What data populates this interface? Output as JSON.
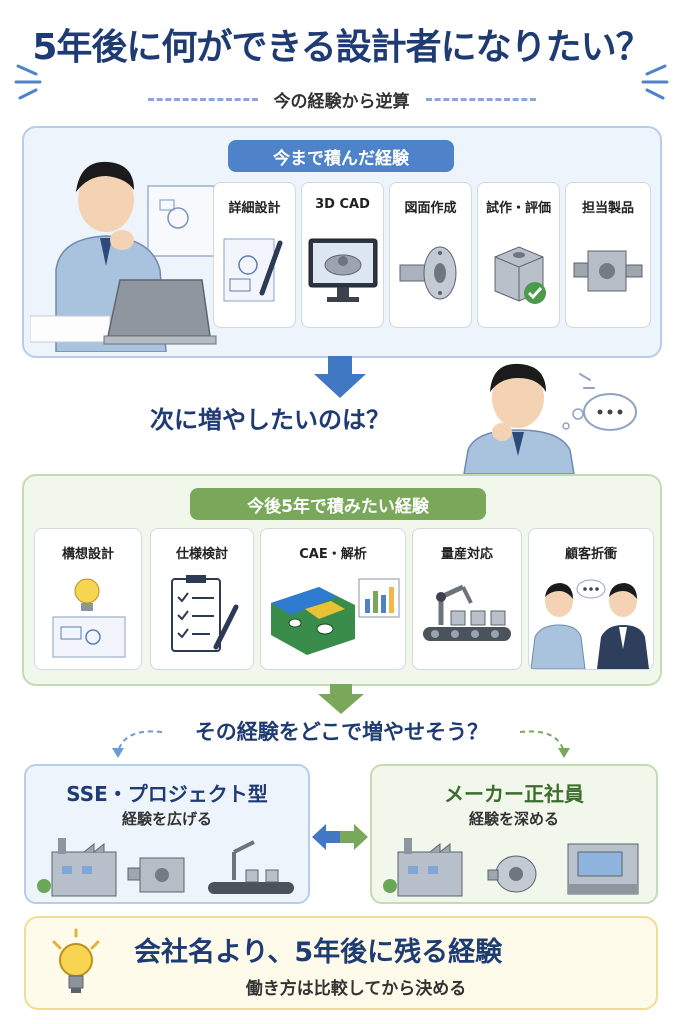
{
  "header": {
    "title": "5年後に何ができる設計者になりたい？",
    "subtitle": "今の経験から逆算"
  },
  "current": {
    "section_label": "今まで積んだ経験",
    "items": [
      {
        "label": "詳細設計",
        "icon": "blueprint-pencil-icon"
      },
      {
        "label": "3D CAD",
        "icon": "monitor-cad-icon"
      },
      {
        "label": "図面作成",
        "icon": "flange-part-icon"
      },
      {
        "label": "試作・評価",
        "icon": "block-check-icon"
      },
      {
        "label": "担当製品",
        "icon": "gearbox-icon"
      }
    ]
  },
  "question1": "次に増やしたいのは？",
  "future": {
    "section_label": "今後5年で積みたい経験",
    "items": [
      {
        "label": "構想設計",
        "icon": "lightbulb-blueprint-icon"
      },
      {
        "label": "仕様検討",
        "icon": "checklist-clipboard-icon"
      },
      {
        "label": "CAE・解析",
        "icon": "stress-analysis-icon"
      },
      {
        "label": "量産対応",
        "icon": "robot-conveyor-icon"
      },
      {
        "label": "顧客折衝",
        "icon": "two-people-meeting-icon"
      }
    ]
  },
  "question2": "その経験をどこで増やせそう？",
  "options": {
    "left": {
      "title": "SSE・プロジェクト型",
      "subtitle": "経験を広げる"
    },
    "right": {
      "title": "メーカー正社員",
      "subtitle": "経験を深める"
    }
  },
  "conclusion": {
    "main": "会社名より、5年後に残る経験",
    "sub": "働き方は比較してから決める"
  },
  "colors": {
    "navy": "#1f3b73",
    "blue": "#4e83c9",
    "green": "#7aa85a",
    "yellow_bg": "#fffbea"
  }
}
